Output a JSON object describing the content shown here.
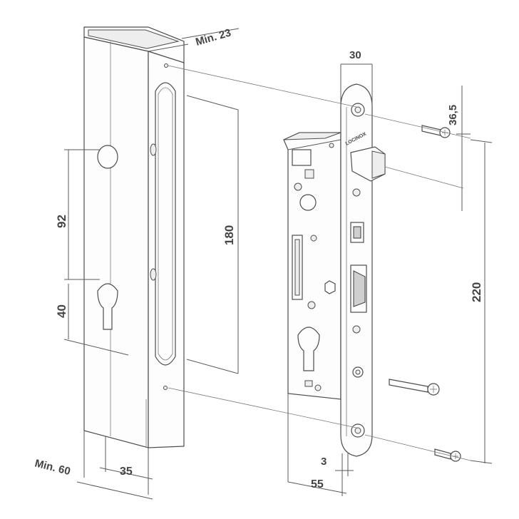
{
  "figure": {
    "brand_mark": "LOCINOX",
    "dimensions": {
      "min_profile_depth": "Min. 23",
      "faceplate_width": "30",
      "fixing_offset": "36,5",
      "hole_spacing": "92",
      "cylinder_center": "40",
      "slot_length": "180",
      "fixing_spacing": "220",
      "min_profile_width": "Min. 60",
      "backset": "35",
      "faceplate_thickness": "3",
      "case_depth": "55"
    }
  }
}
